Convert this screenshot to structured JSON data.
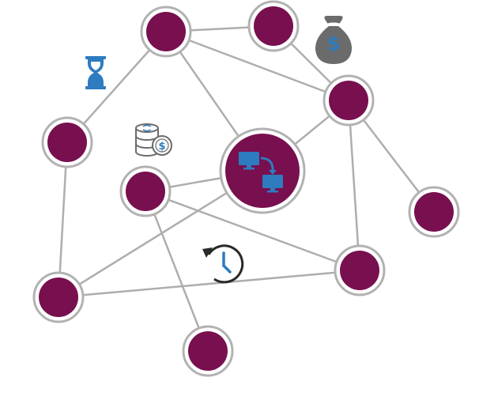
{
  "diagram": {
    "type": "network",
    "colors": {
      "node_fill": "#780f4f",
      "node_ring": "#ffffff",
      "node_outline": "#b2b2b2",
      "edge": "#aeaeae",
      "icon_blue": "#2f7bbf",
      "icon_gray": "#6b6b6b",
      "icon_dark": "#2a2a2a"
    },
    "nodes": [
      {
        "id": "n1",
        "kind": "node"
      },
      {
        "id": "n2",
        "kind": "node"
      },
      {
        "id": "n3",
        "kind": "node"
      },
      {
        "id": "n4",
        "kind": "node"
      },
      {
        "id": "n5",
        "kind": "node"
      },
      {
        "id": "n6",
        "kind": "node"
      },
      {
        "id": "hub",
        "kind": "hub",
        "icon": "network-transfer-icon"
      },
      {
        "id": "n7",
        "kind": "node"
      },
      {
        "id": "n8",
        "kind": "node"
      },
      {
        "id": "n9",
        "kind": "node"
      },
      {
        "id": "n10",
        "kind": "node"
      }
    ],
    "edges": [
      [
        "n1",
        "n2"
      ],
      [
        "n1",
        "n4"
      ],
      [
        "n1",
        "hub"
      ],
      [
        "n1",
        "n3"
      ],
      [
        "n2",
        "n3"
      ],
      [
        "n3",
        "hub"
      ],
      [
        "n3",
        "n7"
      ],
      [
        "n3",
        "n9"
      ],
      [
        "n4",
        "n8"
      ],
      [
        "n5",
        "hub"
      ],
      [
        "n5",
        "n9"
      ],
      [
        "n5",
        "n10"
      ],
      [
        "hub",
        "n8"
      ],
      [
        "n8",
        "n9"
      ]
    ],
    "icons": [
      "hourglass-icon",
      "money-bag-icon",
      "coin-stack-icon",
      "history-clock-icon"
    ]
  }
}
